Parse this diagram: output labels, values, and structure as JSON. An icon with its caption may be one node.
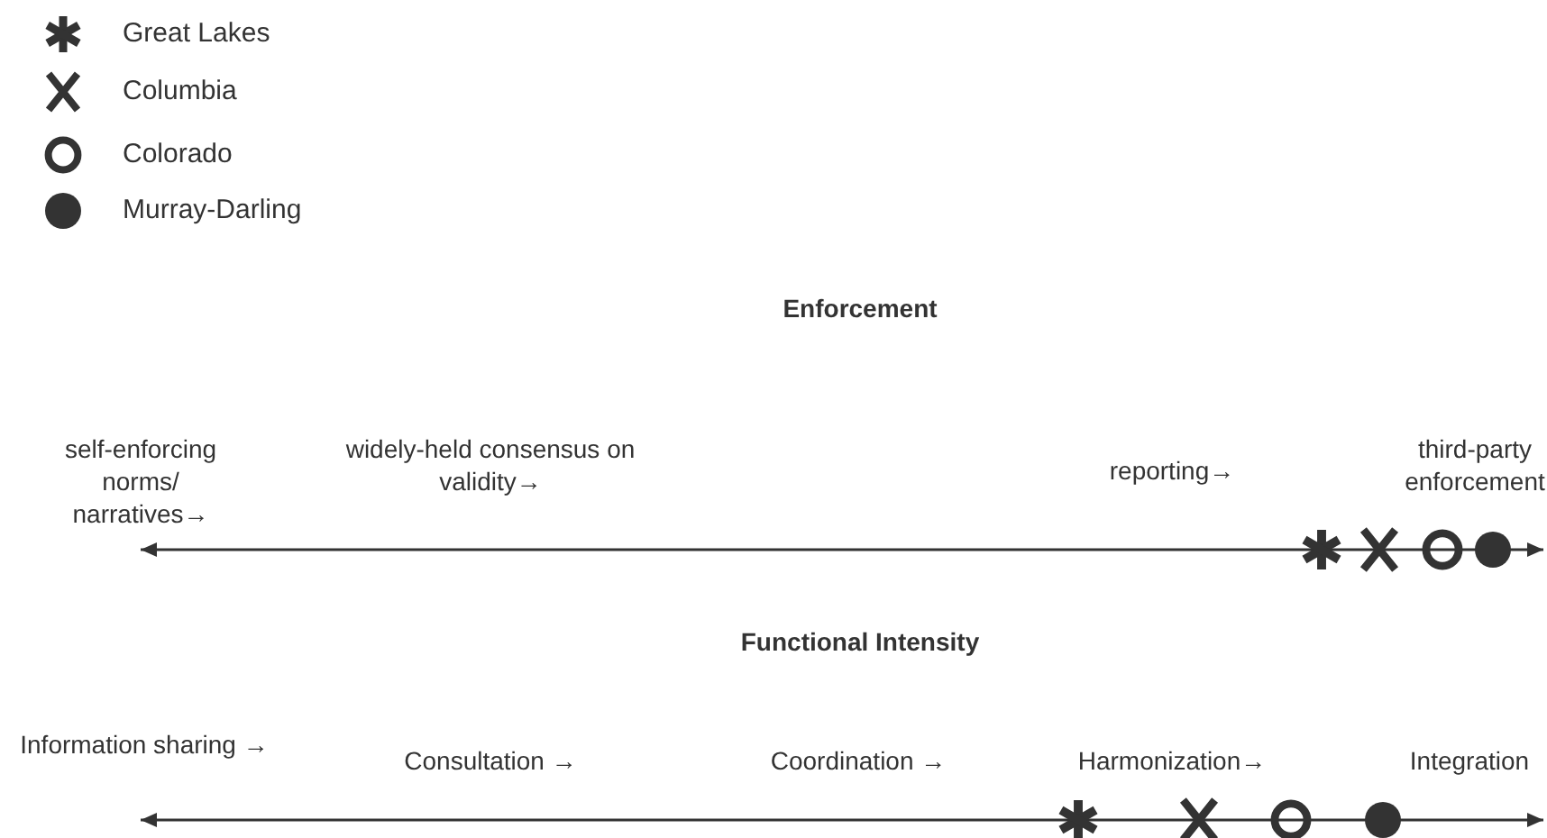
{
  "diagram": {
    "labels": [
      "Enforcement",
      "self-enforcing norms/ narratives→",
      "widely-held consensus on validity→",
      "reporting→",
      "third-party enforcement",
      "Functional Intensity",
      "Information sharing →",
      "Consultation →",
      "Coordination →",
      "Harmonization→",
      "Integration"
    ],
    "legend": [
      {
        "text": "Great Lakes"
      },
      {
        "text": "Columbia"
      },
      {
        "text": "Colorado"
      },
      {
        "text": "Murray-Darling"
      }
    ]
  }
}
